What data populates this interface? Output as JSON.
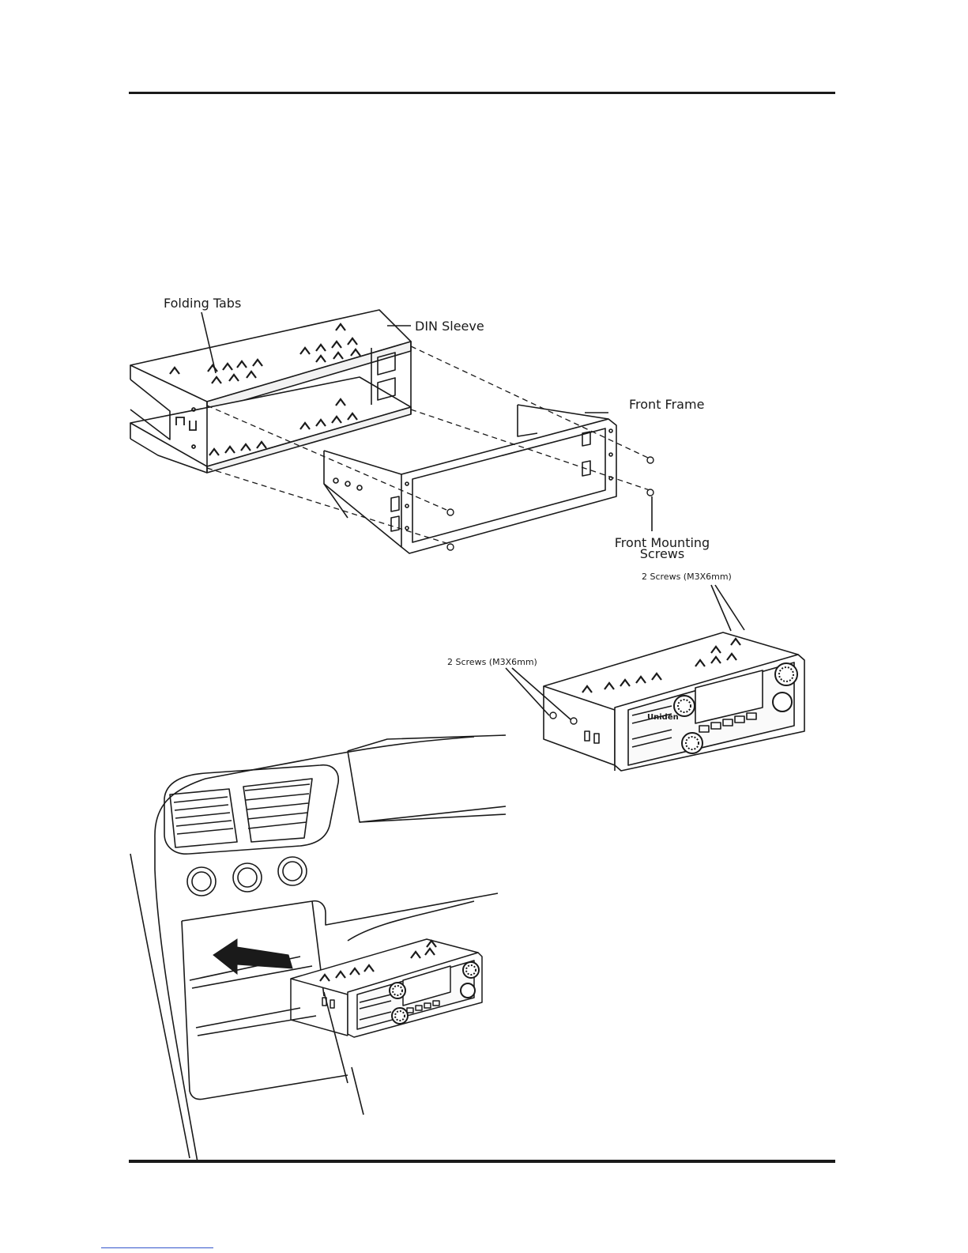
{
  "labels": {
    "folding_tabs": "Folding Tabs",
    "din_sleeve": "DIN Sleeve",
    "front_frame": "Front Frame",
    "front_mounting_line1": "Front Mounting",
    "front_mounting_line2": "Screws",
    "screws_right": "2 Screws (M3X6mm)",
    "screws_left": "2 Screws (M3X6mm)"
  },
  "radio_brand": "Uniden"
}
